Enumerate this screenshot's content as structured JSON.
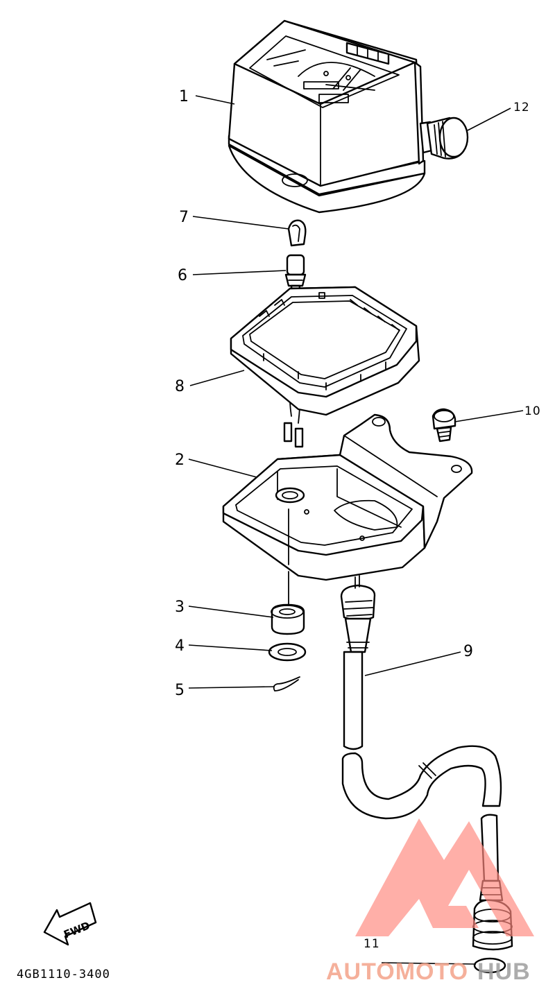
{
  "diagram": {
    "callouts": [
      {
        "id": "1",
        "label": "1"
      },
      {
        "id": "2",
        "label": "2"
      },
      {
        "id": "3",
        "label": "3"
      },
      {
        "id": "4",
        "label": "4"
      },
      {
        "id": "5",
        "label": "5"
      },
      {
        "id": "6",
        "label": "6"
      },
      {
        "id": "7",
        "label": "7"
      },
      {
        "id": "8",
        "label": "8"
      },
      {
        "id": "9",
        "label": "9"
      },
      {
        "id": "10",
        "label": "10"
      },
      {
        "id": "11",
        "label": "11"
      },
      {
        "id": "12",
        "label": "12"
      }
    ],
    "fwd_label": "FWD",
    "diagram_code": "4GB1110-3400"
  },
  "watermark": {
    "text_a": "AUTOMOTO",
    "text_b": "HUB",
    "color_primary": "#f4a38a",
    "color_secondary": "#ff8a80"
  },
  "colors": {
    "line": "#000000",
    "background": "#ffffff"
  }
}
